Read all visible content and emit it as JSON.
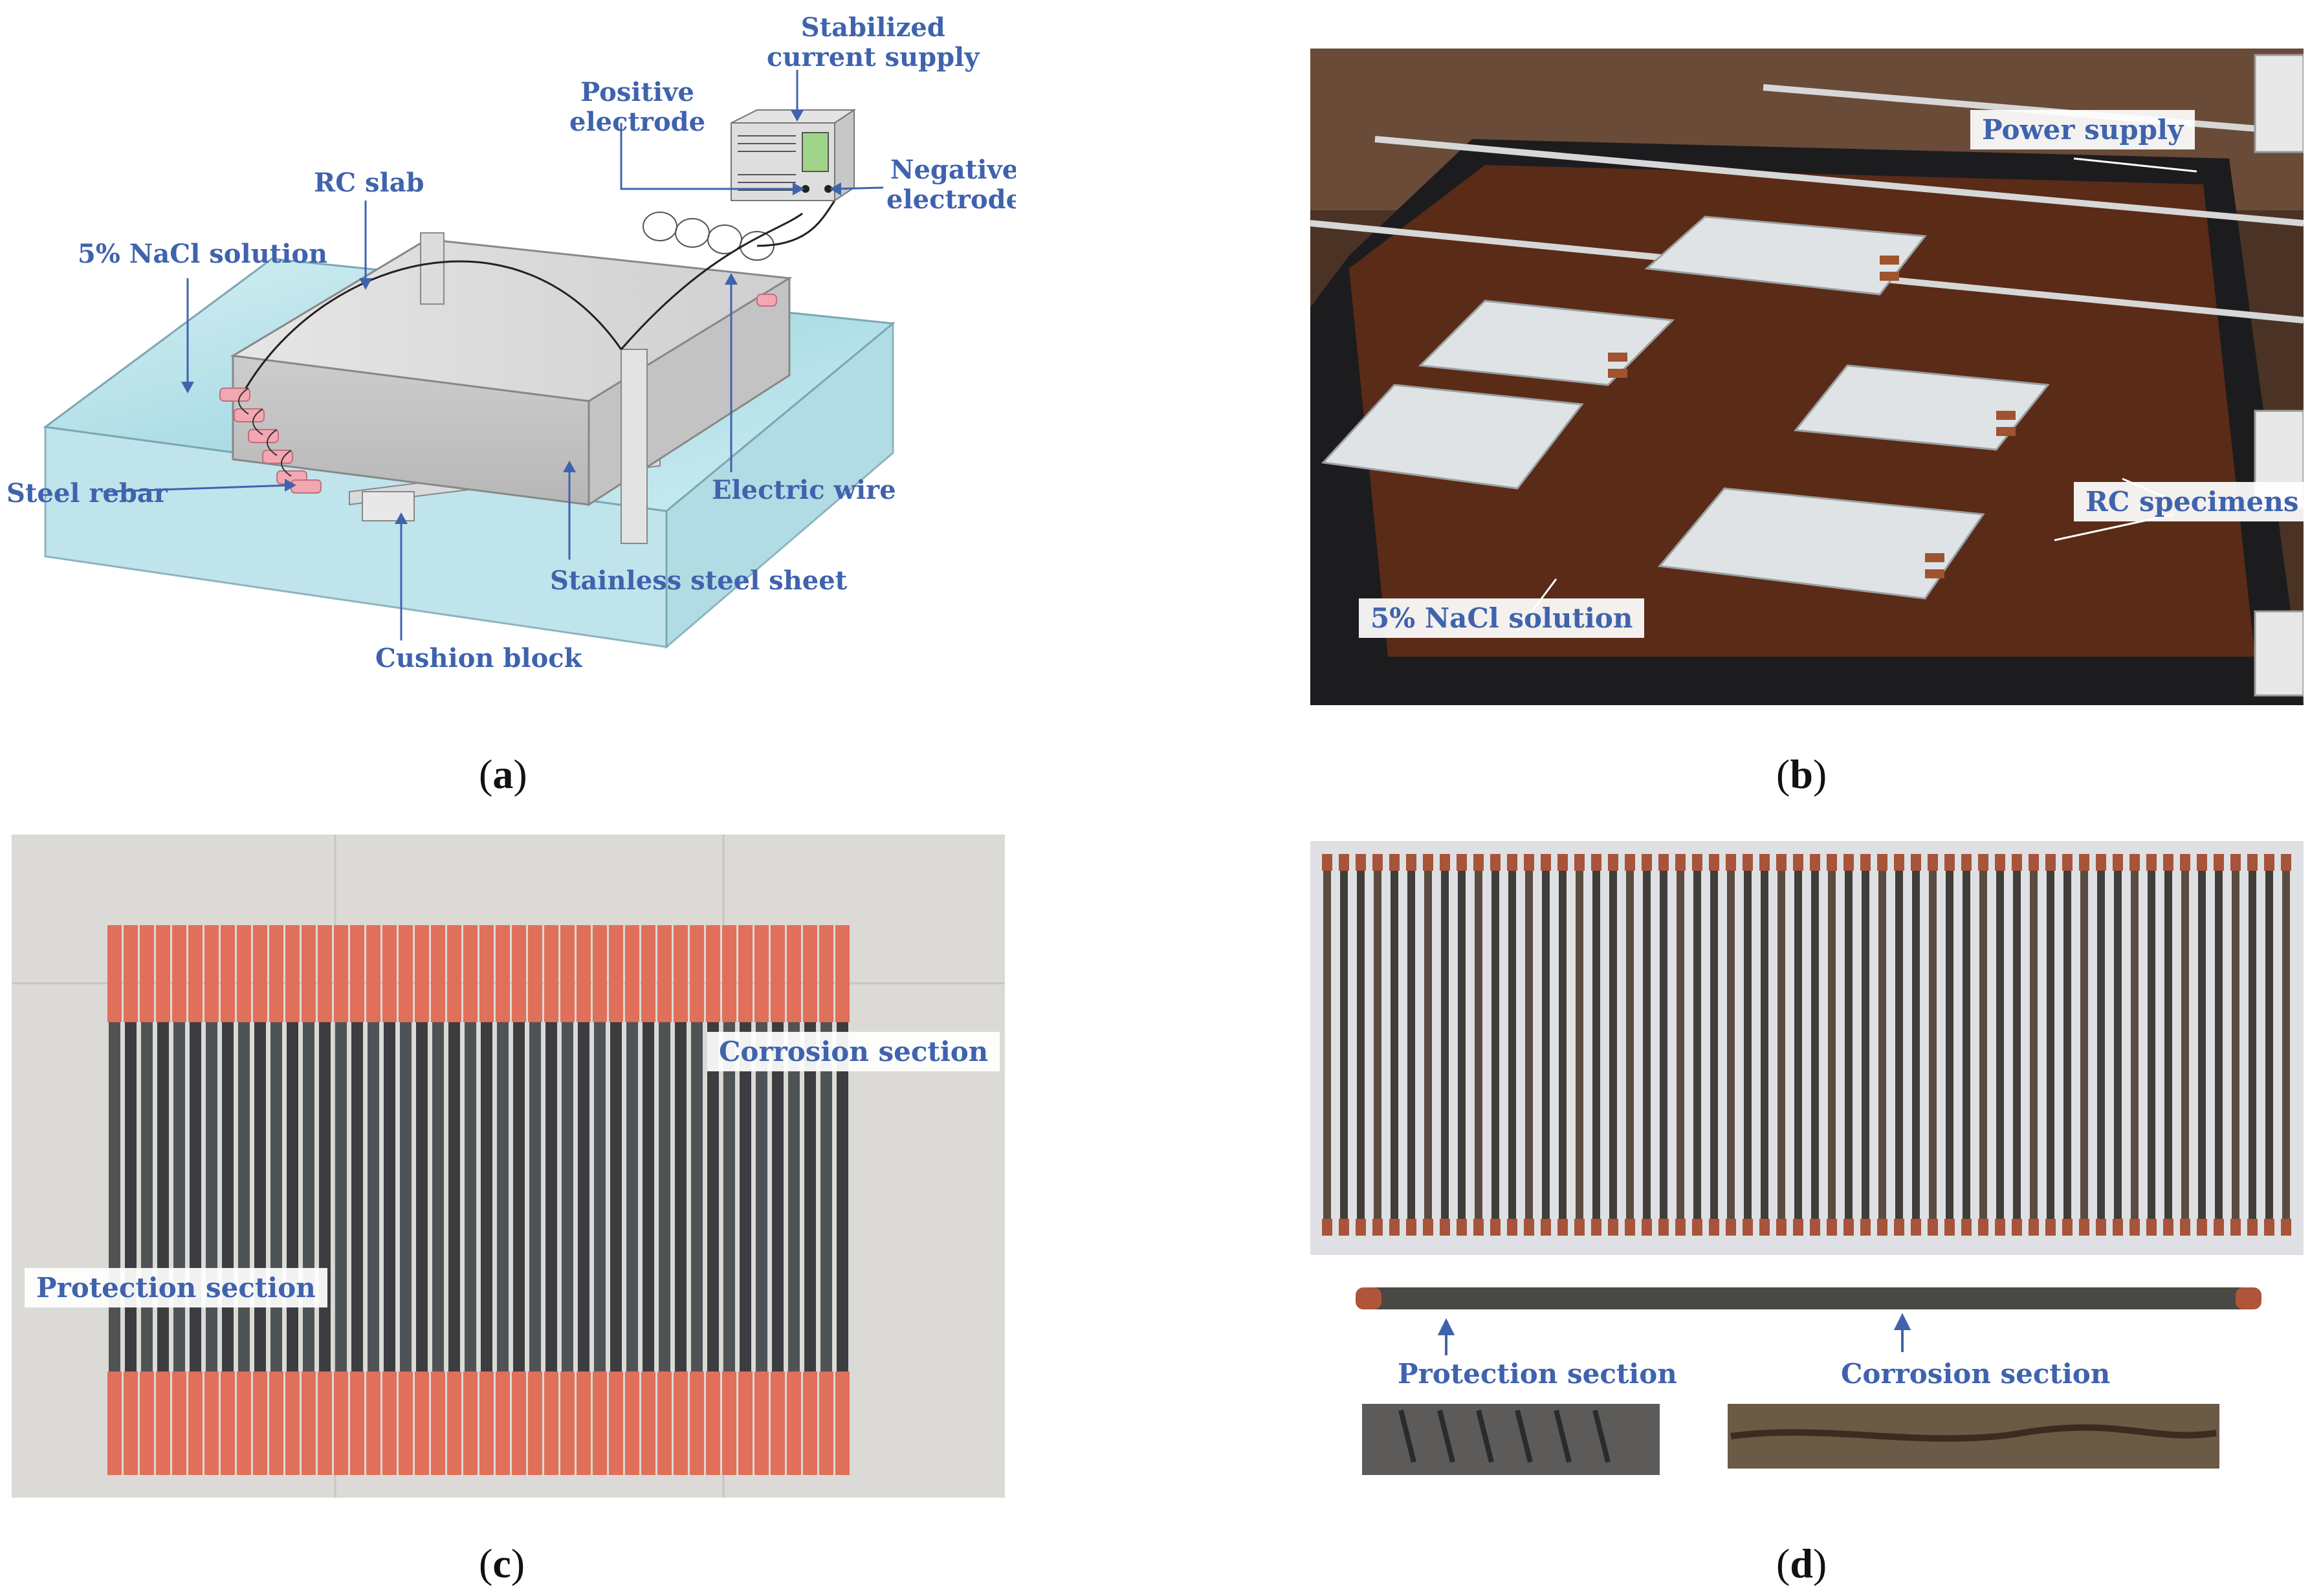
{
  "panel_a": {
    "labels": {
      "stabilized": "Stabilized\ncurrent supply",
      "positive": "Positive\nelectrode",
      "negative": "Negative\nelectrode",
      "rc_slab": "RC slab",
      "nacl": "5% NaCl solution",
      "steel_rebar": "Steel rebar",
      "electric_wire": "Electric wire",
      "stainless": "Stainless steel sheet",
      "cushion": "Cushion block"
    },
    "caption": "a"
  },
  "panel_b": {
    "labels": {
      "power_supply": "Power supply",
      "rc_specimens": "RC specimens",
      "nacl": "5% NaCl solution"
    },
    "caption": "b"
  },
  "panel_c": {
    "labels": {
      "corrosion": "Corrosion section",
      "protection": "Protection section"
    },
    "caption": "c"
  },
  "panel_d": {
    "labels": {
      "protection": "Protection section",
      "corrosion": "Corrosion section"
    },
    "caption": "d"
  },
  "colors": {
    "label_blue": "#3f63ad",
    "water": "#bfe4ea",
    "coating": "#e0705a",
    "rebar": "#3b3d40"
  }
}
